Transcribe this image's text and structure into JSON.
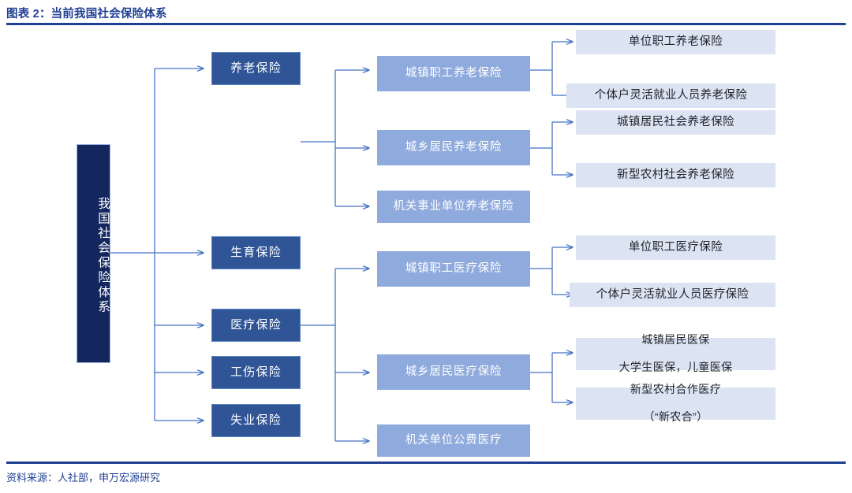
{
  "header": {
    "title": "图表 2：当前我国社会保险体系",
    "accent_color": "#1F3F94"
  },
  "footer": {
    "source": "资料来源：人社部，申万宏源研究"
  },
  "palette": {
    "level1_bg": "#13265E",
    "level2_bg": "#2F5597",
    "level3_bg": "#8FAADC",
    "level4_bg": "#DCE3F2",
    "connector": "#4472C4"
  },
  "diagram": {
    "type": "tree",
    "root": {
      "label": "我国社会保险体系",
      "orientation": "vertical"
    },
    "level2": [
      {
        "label": "养老保险"
      },
      {
        "label": "生育保险"
      },
      {
        "label": "医疗保险"
      },
      {
        "label": "工伤保险"
      },
      {
        "label": "失业保险"
      }
    ],
    "level3": [
      {
        "label": "城镇职工养老保险",
        "parent": "养老保险"
      },
      {
        "label": "城乡居民养老保险",
        "parent": "养老保险"
      },
      {
        "label": "机关事业单位养老保险",
        "parent": "养老保险"
      },
      {
        "label": "城镇职工医疗保险",
        "parent": "医疗保险"
      },
      {
        "label": "城乡居民医疗保险",
        "parent": "医疗保险"
      },
      {
        "label": "机关单位公费医疗",
        "parent": "医疗保险"
      }
    ],
    "level4": [
      {
        "line1": "单位职工养老保险",
        "line2": "",
        "parent": "城镇职工养老保险"
      },
      {
        "line1": "个体户灵活就业人员养老保险",
        "line2": "",
        "parent": "城镇职工养老保险"
      },
      {
        "line1": "城镇居民社会养老保险",
        "line2": "",
        "parent": "城乡居民养老保险"
      },
      {
        "line1": "新型农村社会养老保险",
        "line2": "",
        "parent": "城乡居民养老保险"
      },
      {
        "line1": "单位职工医疗保险",
        "line2": "",
        "parent": "城镇职工医疗保险"
      },
      {
        "line1": "个体户灵活就业人员医疗保险",
        "line2": "",
        "parent": "城镇职工医疗保险"
      },
      {
        "line1": "城镇居民医保",
        "line2": "大学生医保，儿童医保",
        "parent": "城乡居民医疗保险"
      },
      {
        "line1": "新型农村合作医疗",
        "line2": "（“新农合”）",
        "parent": "城乡居民医疗保险"
      }
    ]
  }
}
